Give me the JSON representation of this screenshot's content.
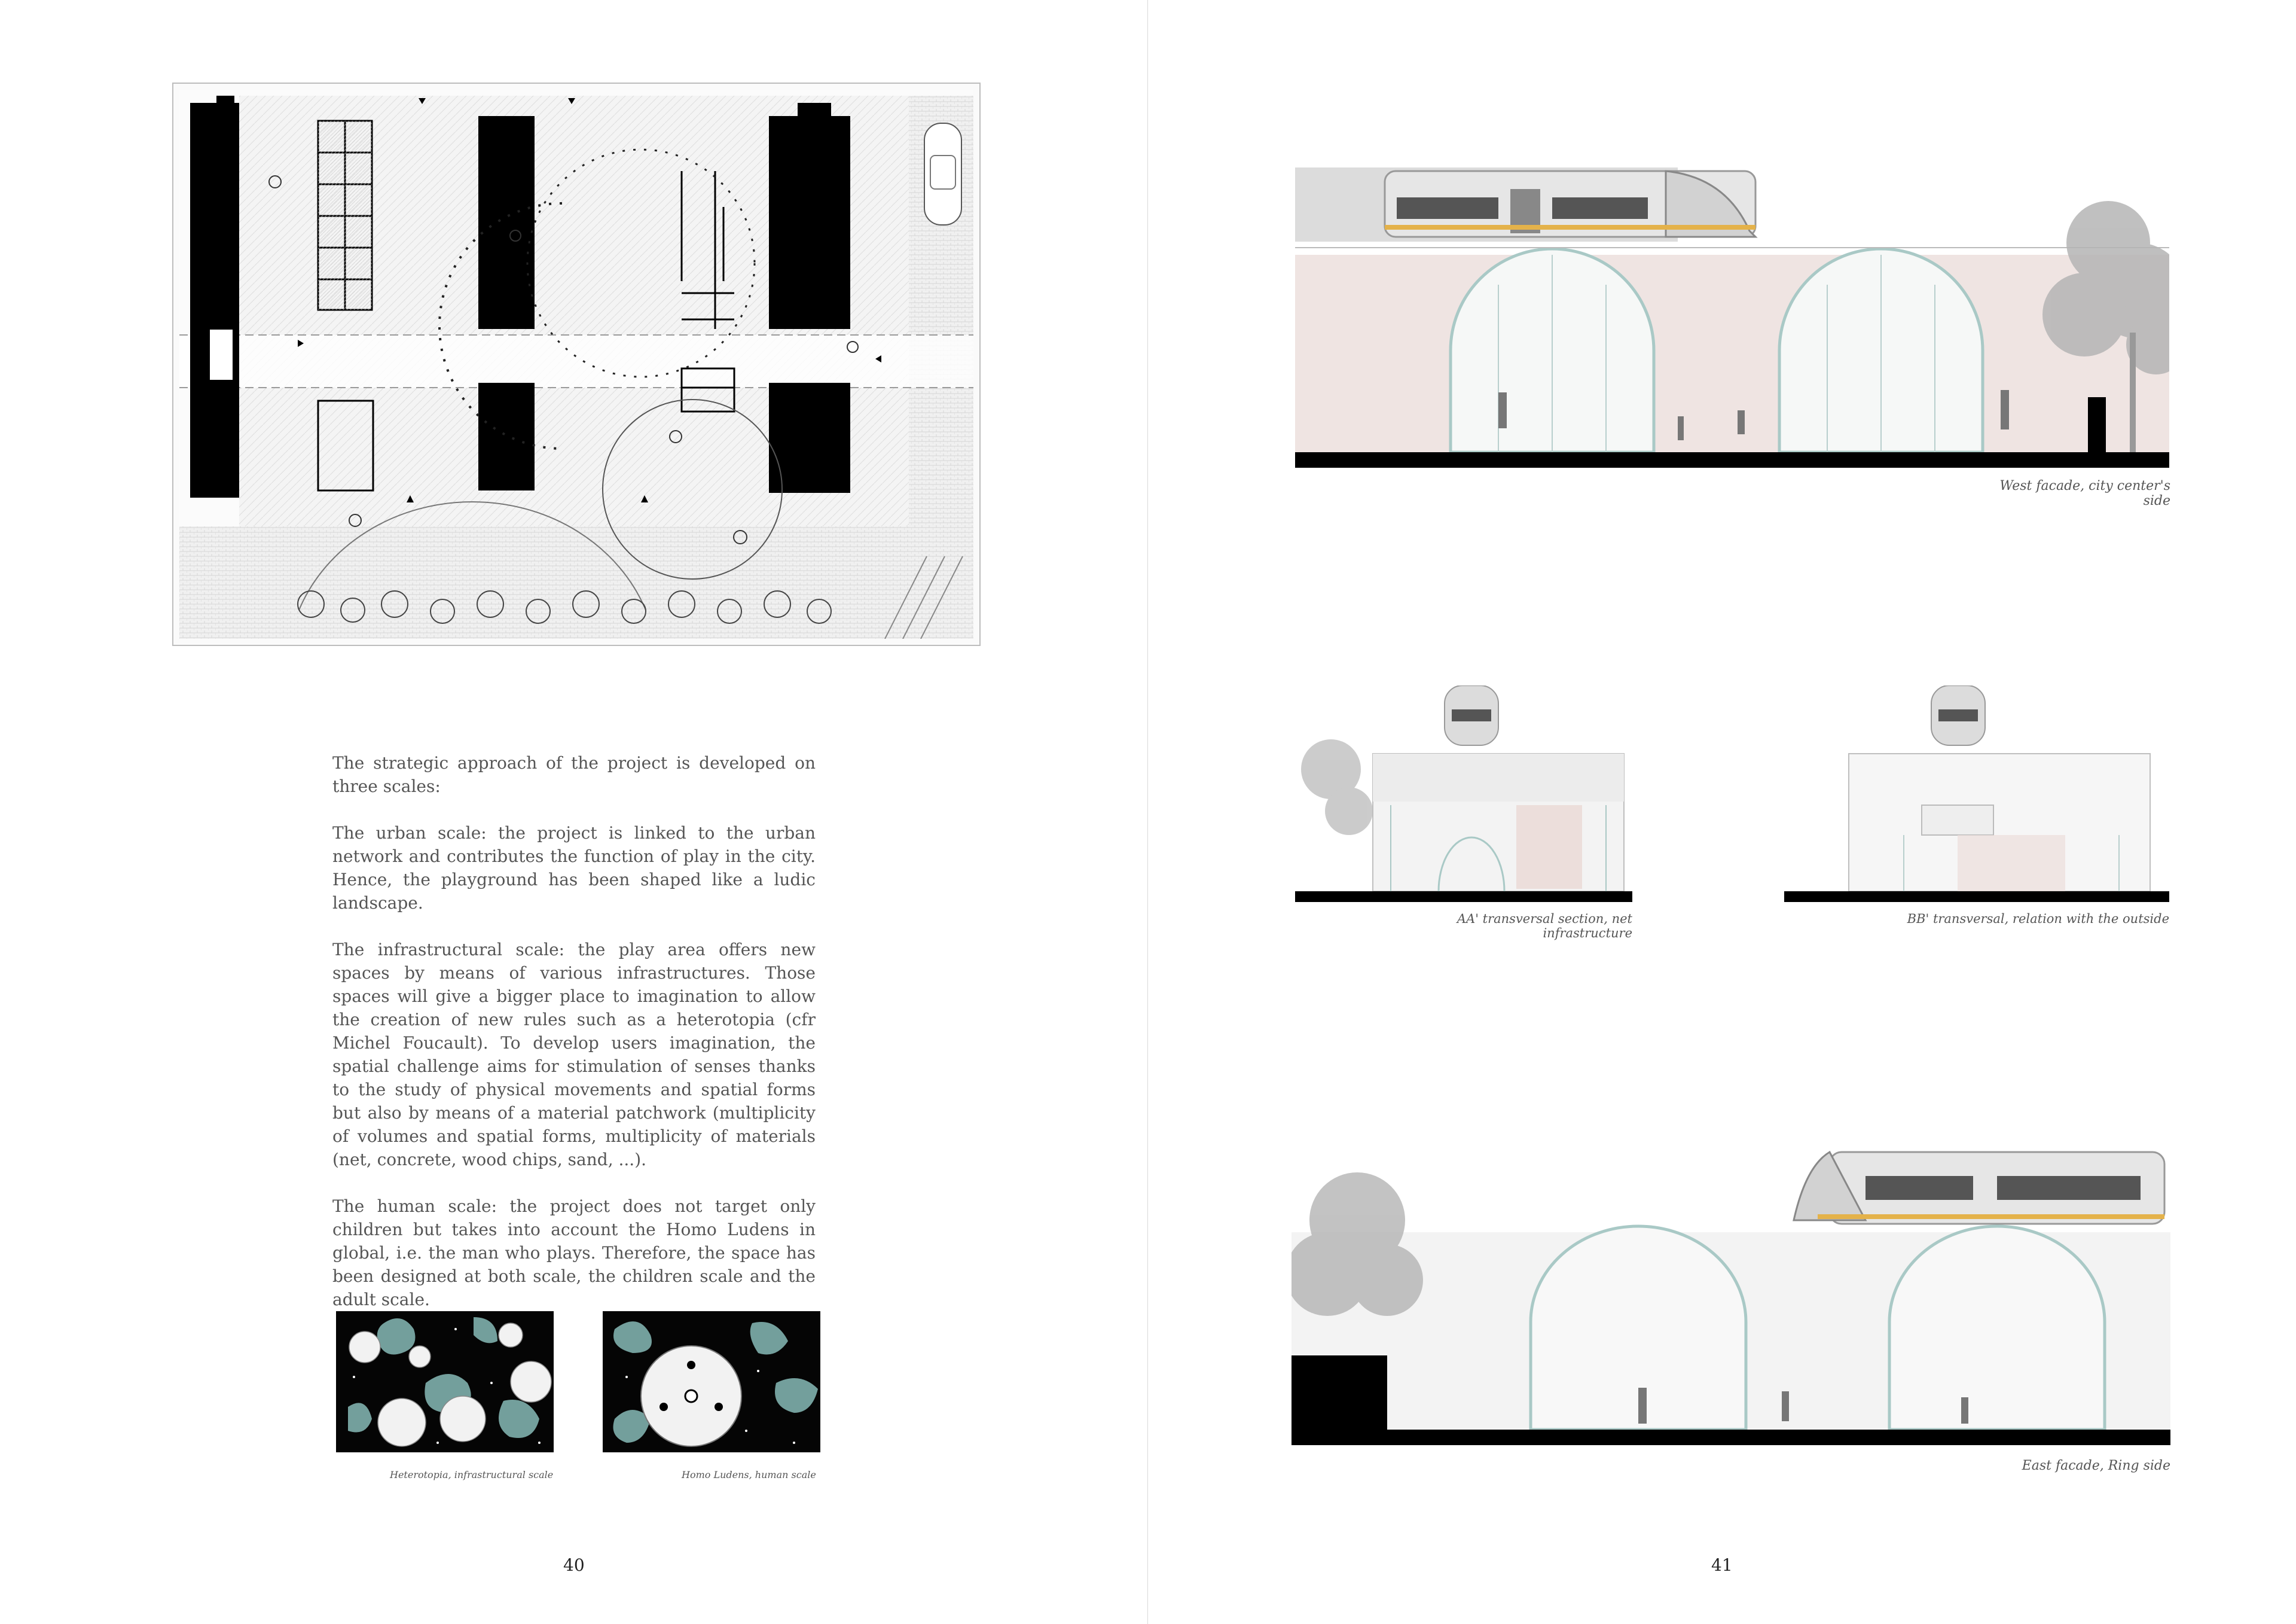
{
  "left_page": {
    "page_number": "40",
    "intro": "The strategic approach of the project is developed on three scales:",
    "paragraphs": [
      "The urban scale: the project is linked to the urban network and contributes the function of play in the city. Hence, the playground has been shaped like a ludic landscape.",
      "The infrastructural scale: the play area offers new spaces by means of various infrastructures. Those spaces will give a bigger place to imagination to allow the creation of new rules such as a heterotopia (cfr Michel Foucault). To develop users imagination, the spatial challenge aims for stimulation of senses thanks to the study of physical movements and spatial forms but also by means of a material patchwork (multiplicity of volumes and spatial forms, multiplicity of materials (net, concrete, wood chips, sand, ...).",
      "The human scale: the project does not target only children but takes into account the Homo Ludens in global, i.e. the man who plays. Therefore, the space has been designed at both scale, the children scale and the adult scale."
    ],
    "thumb_captions": {
      "heterotopia": "Heterotopia, infrastructural scale",
      "homo_ludens": "Homo Ludens, human scale"
    }
  },
  "right_page": {
    "page_number": "41",
    "captions": {
      "west_facade": "West facade, city center's side",
      "section_aa": "AA' transversal section, net infrastructure",
      "section_bb": "BB' transversal, relation with  the outside",
      "east_facade": "East facade, Ring side"
    }
  }
}
